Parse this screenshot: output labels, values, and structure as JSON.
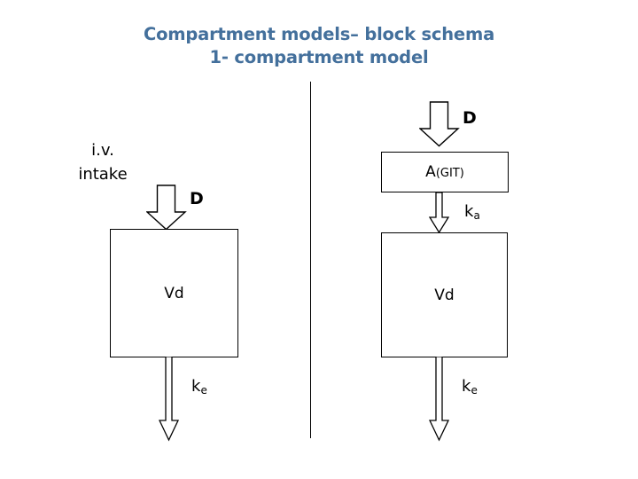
{
  "title": {
    "line1": "Compartment models– block schema",
    "line2": "1- compartment model",
    "color": "#44709C"
  },
  "colors": {
    "title": "#44709C",
    "stroke": "#000000",
    "background": "#ffffff"
  },
  "left_panel": {
    "name": "iv-intake-model",
    "intake_line1": "i.v.",
    "intake_line2": "intake",
    "dose_arrow_label": "D",
    "compartment_label": "Vd",
    "elimination_label": "k",
    "elimination_sub": "e"
  },
  "right_panel": {
    "name": "oral-intake-model",
    "dose_arrow_label": "D",
    "absorption_box_label": "A",
    "absorption_box_sub": "(GIT)",
    "absorption_rate_label": "k",
    "absorption_rate_sub": "a",
    "compartment_label": "Vd",
    "elimination_label": "k",
    "elimination_sub": "e"
  }
}
